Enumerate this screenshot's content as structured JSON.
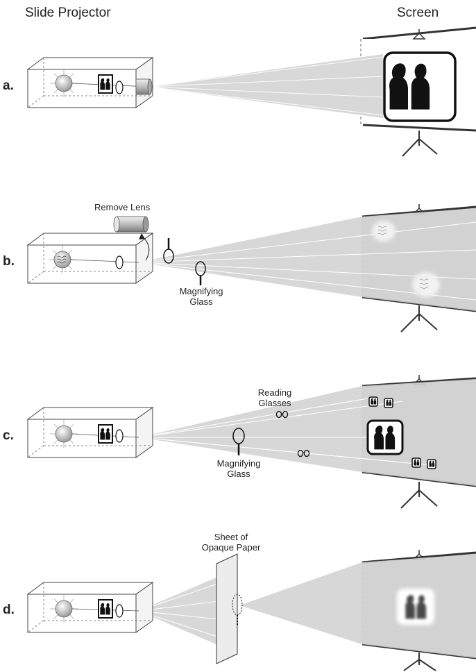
{
  "headers": {
    "left": "Slide Projector",
    "right": "Screen"
  },
  "panels": [
    {
      "label": "a."
    },
    {
      "label": "b.",
      "callouts": {
        "remove_lens": "Remove Lens",
        "magnifying_glass": [
          "Magnifying",
          "Glass"
        ]
      }
    },
    {
      "label": "c.",
      "callouts": {
        "reading_glasses": [
          "Reading",
          "Glasses"
        ],
        "magnifying_glass": [
          "Magnifying",
          "Glass"
        ]
      }
    },
    {
      "label": "d.",
      "callouts": {
        "sheet": [
          "Sheet of",
          "Opaque Paper"
        ]
      }
    }
  ],
  "colors": {
    "beam": "#d3d3d3",
    "screen": "#c9c9c9",
    "line": "#444444",
    "ink": "#111111"
  }
}
